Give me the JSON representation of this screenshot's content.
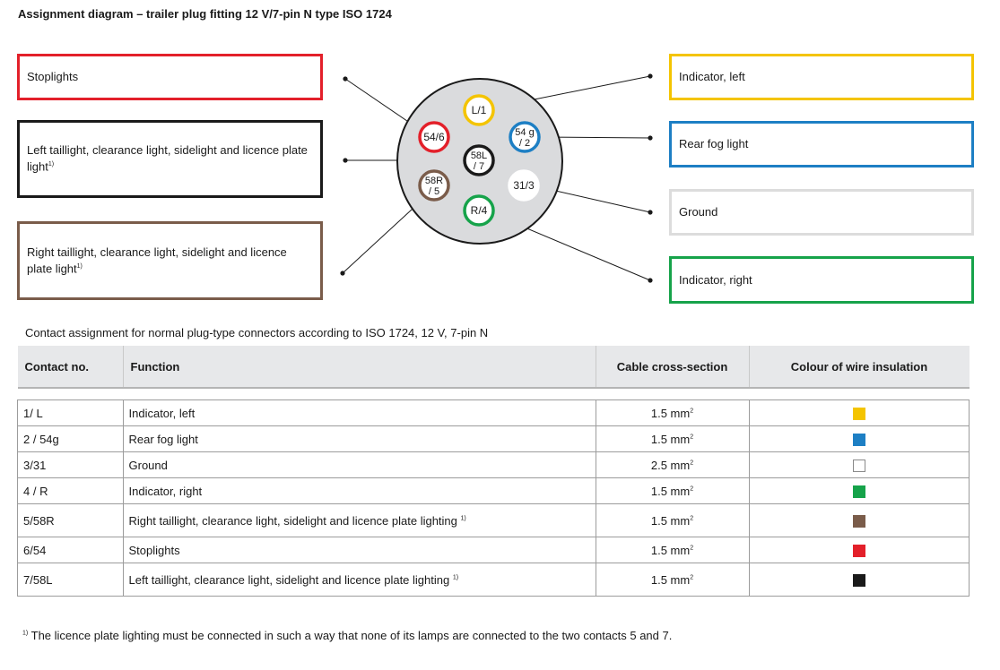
{
  "title": "Assignment diagram – trailer plug fitting 12 V/7-pin N type ISO 1724",
  "left_boxes": [
    {
      "text": "Stoplights",
      "sup": "",
      "color": "#e3202a"
    },
    {
      "text": "Left taillight, clearance light, sidelight and licence plate light",
      "sup": "1)",
      "color": "#1a1a1a"
    },
    {
      "text": "Right taillight, clearance light, sidelight and licence plate light",
      "sup": "1)",
      "color": "#7a5c4a"
    }
  ],
  "right_boxes": [
    {
      "text": "Indicator, left",
      "color": "#f4c400"
    },
    {
      "text": "Rear fog light",
      "color": "#1d7fc4"
    },
    {
      "text": "Ground",
      "color": "#dcdcdc"
    },
    {
      "text": "Indicator, right",
      "color": "#16a34a"
    }
  ],
  "pins": [
    {
      "label_1": "L/1",
      "label_2": "",
      "color": "#f4c400"
    },
    {
      "label_1": "54 g",
      "label_2": "/ 2",
      "color": "#1d7fc4"
    },
    {
      "label_1": "31/3",
      "label_2": "",
      "color": "#ffffff"
    },
    {
      "label_1": "R/4",
      "label_2": "",
      "color": "#16a34a"
    },
    {
      "label_1": "58R",
      "label_2": "/ 5",
      "color": "#7a5c4a"
    },
    {
      "label_1": "54/6",
      "label_2": "",
      "color": "#e3202a"
    },
    {
      "label_1": "58L",
      "label_2": "/ 7",
      "color": "#1a1a1a"
    }
  ],
  "caption": "Contact assignment for normal plug-type connectors according to ISO 1724, 12 V, 7-pin N",
  "table": {
    "headers": [
      "Contact no.",
      "Function",
      "Cable cross-section",
      "Colour of wire insulation"
    ],
    "rows": [
      {
        "contact": "1/ L",
        "function": "Indicator, left",
        "sup": "",
        "section": "1.5 mm",
        "color": "#f4c400"
      },
      {
        "contact": "2 / 54g",
        "function": "Rear fog light",
        "sup": "",
        "section": "1.5 mm",
        "color": "#1d7fc4"
      },
      {
        "contact": "3/31",
        "function": "Ground",
        "sup": "",
        "section": "2.5 mm",
        "color": "#ffffff"
      },
      {
        "contact": "4 / R",
        "function": "Indicator, right",
        "sup": "",
        "section": "1.5 mm",
        "color": "#16a34a"
      },
      {
        "contact": "5/58R",
        "function": "Right taillight, clearance light, sidelight and licence plate lighting",
        "sup": "1)",
        "section": "1.5 mm",
        "color": "#7a5c4a"
      },
      {
        "contact": "6/54",
        "function": "Stoplights",
        "sup": "",
        "section": "1.5 mm",
        "color": "#e3202a"
      },
      {
        "contact": "7/58L",
        "function": "Left taillight, clearance light, sidelight and licence plate lighting",
        "sup": "1)",
        "section": "1.5 mm",
        "color": "#1a1a1a"
      }
    ],
    "unit_sup": "2"
  },
  "footnote": {
    "mark": "1)",
    "text": "The licence plate lighting must be connected in such a way that none of its lamps are connected to the two contacts 5 and 7."
  }
}
